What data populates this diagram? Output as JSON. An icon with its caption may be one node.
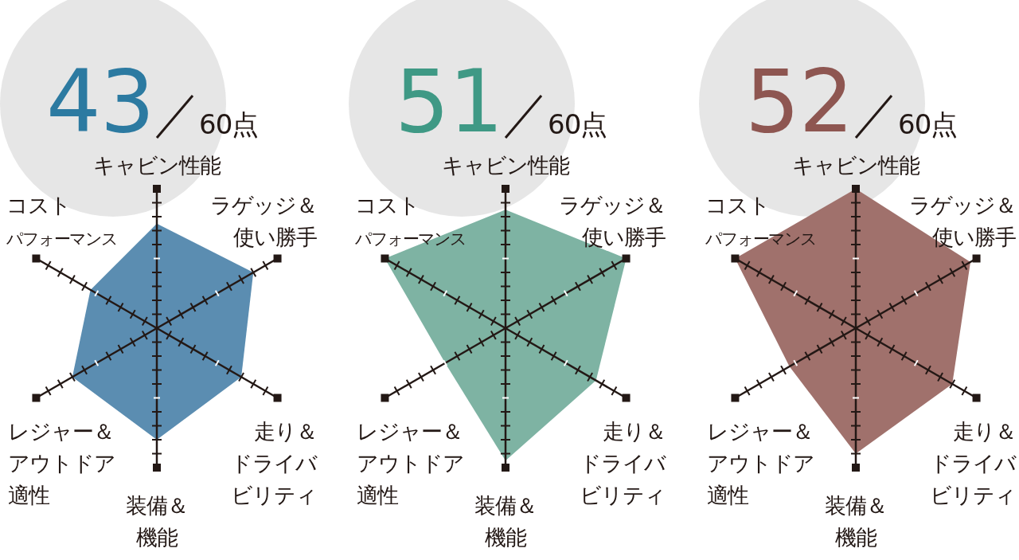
{
  "diagram": {
    "labels": [
      "43",
      "60点",
      "キャビン性能",
      "ラゲッジ＆使い勝手",
      "コストパフォーマンス",
      "レジャー＆アウトドア適性",
      "装備＆機能",
      "走り＆ドライバビリティ",
      "51",
      "60点",
      "キャビン性能",
      "ラゲッジ＆使い勝手",
      "コストパフォーマンス",
      "レジャー＆アウトドア適性",
      "装備＆機能",
      "走り＆ドライバビリティ",
      "52",
      "60点",
      "キャビン性能",
      "ラゲッジ＆使い勝手",
      "コストパフォーマンス",
      "レジャー＆アウトドア適性",
      "装備＆機能",
      "走り＆ドライバビリティ"
    ]
  }
}
